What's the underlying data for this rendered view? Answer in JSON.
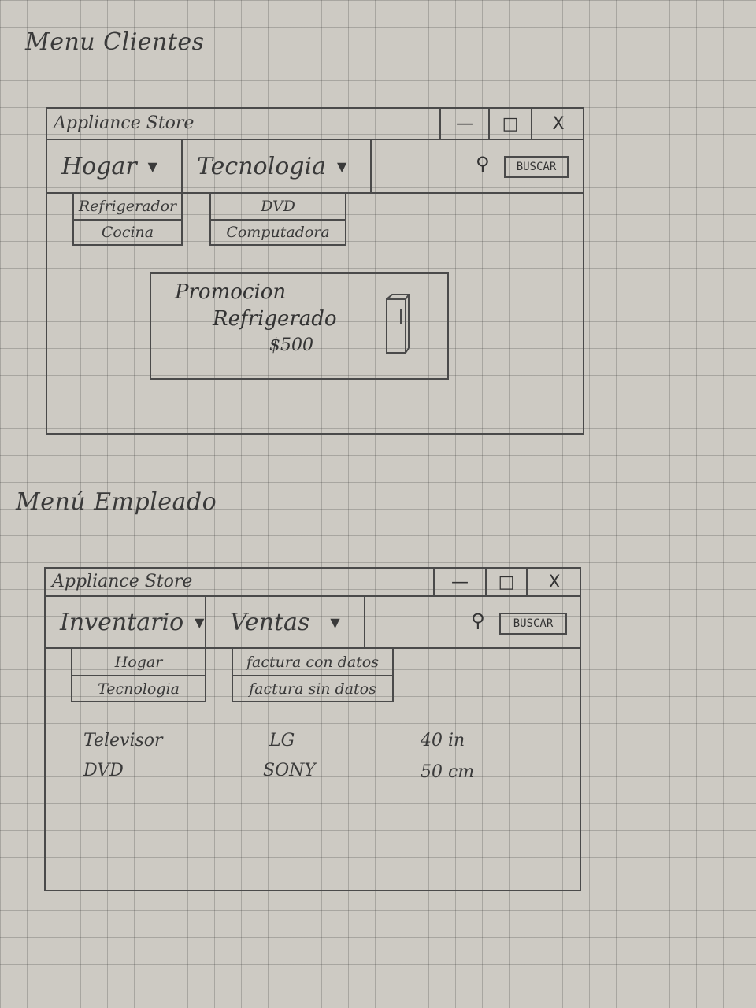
{
  "headings": {
    "clientes": "Menu Clientes",
    "empleado": "Menú Empleado"
  },
  "clientes": {
    "title": "Appliance Store",
    "controls": {
      "minimize": "—",
      "maximize": "□",
      "close": "X"
    },
    "menus": [
      {
        "label": "Hogar",
        "items": [
          "Refrigerador",
          "Cocina"
        ]
      },
      {
        "label": "Tecnologia",
        "items": [
          "DVD",
          "Computadora"
        ]
      }
    ],
    "arrow": "▼",
    "search_icon": "magnifier",
    "search_button": "BUSCAR",
    "promo": {
      "title": "Promocion",
      "product": "Refrigerado",
      "price": "$500"
    }
  },
  "empleado": {
    "title": "Appliance Store",
    "controls": {
      "minimize": "—",
      "maximize": "□",
      "close": "X"
    },
    "menus": [
      {
        "label": "Inventario",
        "items": [
          "Hogar",
          "Tecnologia"
        ]
      },
      {
        "label": "Ventas",
        "items": [
          "factura con datos",
          "factura sin datos"
        ]
      }
    ],
    "arrow": "▼",
    "search_icon": "magnifier",
    "search_button": "BUSCAR",
    "table": {
      "rows": [
        [
          "Televisor",
          "LG",
          "40 in"
        ],
        [
          "DVD",
          "SONY",
          "50 cm"
        ]
      ]
    }
  }
}
